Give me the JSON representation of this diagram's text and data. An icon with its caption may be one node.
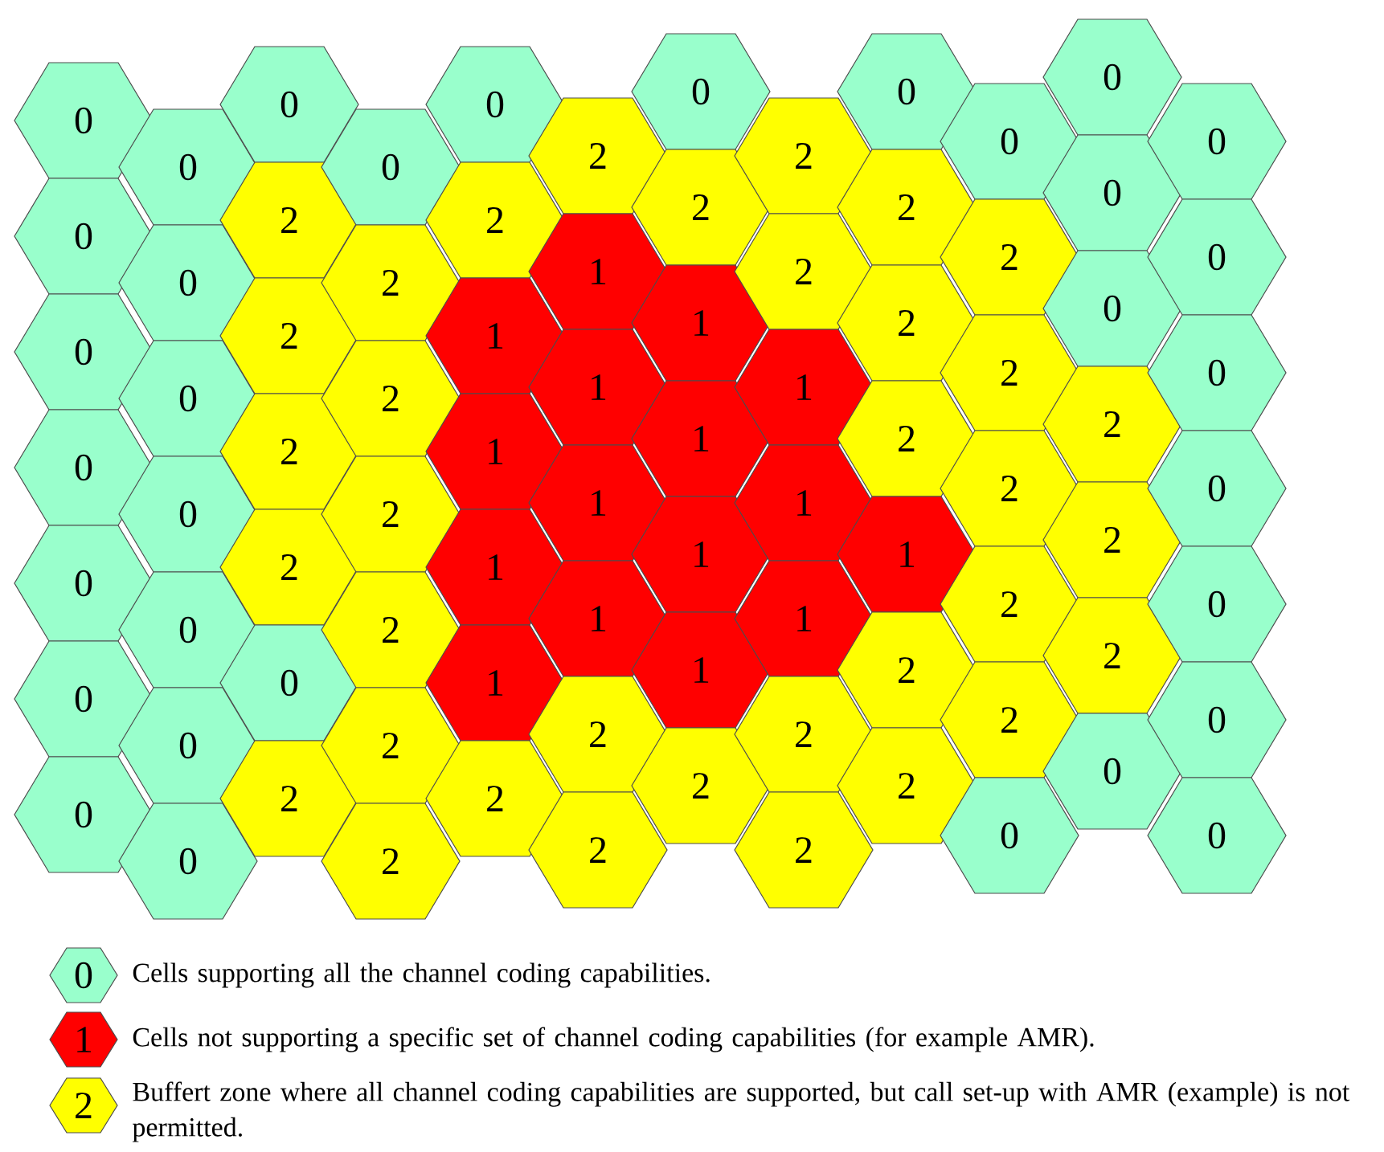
{
  "diagram": {
    "nodes": [
      {
        "text": [
          "0"
        ]
      },
      {
        "text": [
          "0"
        ]
      },
      {
        "text": [
          "0"
        ]
      },
      {
        "text": [
          "0"
        ]
      },
      {
        "text": [
          "0"
        ]
      },
      {
        "text": [
          "0"
        ]
      },
      {
        "text": [
          "0"
        ]
      },
      {
        "text": [
          "0"
        ]
      },
      {
        "text": [
          "0"
        ]
      },
      {
        "text": [
          "0"
        ]
      },
      {
        "text": [
          "0"
        ]
      },
      {
        "text": [
          "0"
        ]
      },
      {
        "text": [
          "0"
        ]
      },
      {
        "text": [
          "0"
        ]
      },
      {
        "text": [
          "0"
        ]
      },
      {
        "text": [
          "2"
        ]
      },
      {
        "text": [
          "2"
        ]
      },
      {
        "text": [
          "2"
        ]
      },
      {
        "text": [
          "2"
        ]
      },
      {
        "text": [
          "0"
        ]
      },
      {
        "text": [
          "2"
        ]
      },
      {
        "text": [
          "0"
        ]
      },
      {
        "text": [
          "2"
        ]
      },
      {
        "text": [
          "2"
        ]
      },
      {
        "text": [
          "2"
        ]
      },
      {
        "text": [
          "2"
        ]
      },
      {
        "text": [
          "2"
        ]
      },
      {
        "text": [
          "2"
        ]
      },
      {
        "text": [
          "0"
        ]
      },
      {
        "text": [
          "2"
        ]
      },
      {
        "text": [
          "1"
        ]
      },
      {
        "text": [
          "1"
        ]
      },
      {
        "text": [
          "1"
        ]
      },
      {
        "text": [
          "1"
        ]
      },
      {
        "text": [
          "2"
        ]
      },
      {
        "text": [
          "2"
        ]
      },
      {
        "text": [
          "1"
        ]
      },
      {
        "text": [
          "1"
        ]
      },
      {
        "text": [
          "1"
        ]
      },
      {
        "text": [
          "1"
        ]
      },
      {
        "text": [
          "2"
        ]
      },
      {
        "text": [
          "2"
        ]
      },
      {
        "text": [
          "0"
        ]
      },
      {
        "text": [
          "2"
        ]
      },
      {
        "text": [
          "1"
        ]
      },
      {
        "text": [
          "1"
        ]
      },
      {
        "text": [
          "1"
        ]
      },
      {
        "text": [
          "1"
        ]
      },
      {
        "text": [
          "2"
        ]
      },
      {
        "text": [
          "2"
        ]
      },
      {
        "text": [
          "2"
        ]
      },
      {
        "text": [
          "1"
        ]
      },
      {
        "text": [
          "1"
        ]
      },
      {
        "text": [
          "1"
        ]
      },
      {
        "text": [
          "2"
        ]
      },
      {
        "text": [
          "2"
        ]
      },
      {
        "text": [
          "0"
        ]
      },
      {
        "text": [
          "2"
        ]
      },
      {
        "text": [
          "2"
        ]
      },
      {
        "text": [
          "2"
        ]
      },
      {
        "text": [
          "1"
        ]
      },
      {
        "text": [
          "2"
        ]
      },
      {
        "text": [
          "2"
        ]
      },
      {
        "text": [
          "0"
        ]
      },
      {
        "text": [
          "2"
        ]
      },
      {
        "text": [
          "2"
        ]
      },
      {
        "text": [
          "2"
        ]
      },
      {
        "text": [
          "2"
        ]
      },
      {
        "text": [
          "2"
        ]
      },
      {
        "text": [
          "0"
        ]
      },
      {
        "text": [
          "0"
        ]
      },
      {
        "text": [
          "0"
        ]
      },
      {
        "text": [
          "0"
        ]
      },
      {
        "text": [
          "2"
        ]
      },
      {
        "text": [
          "2"
        ]
      },
      {
        "text": [
          "2"
        ]
      },
      {
        "text": [
          "0"
        ]
      },
      {
        "text": [
          "0"
        ]
      },
      {
        "text": [
          "0"
        ]
      },
      {
        "text": [
          "0"
        ]
      },
      {
        "text": [
          "0"
        ]
      },
      {
        "text": [
          "0"
        ]
      },
      {
        "text": [
          "0"
        ]
      },
      {
        "text": [
          "0"
        ]
      }
    ],
    "labels": [
      "0",
      "1",
      "2"
    ],
    "legend": [
      {
        "text": "Cells supporting all the channel coding capabilities.",
        "color": "#99ffcc"
      },
      {
        "text": "Cells not supporting a specific set of channel coding capabilities (for example AMR).",
        "color": "#ff0000"
      },
      {
        "text": "Buffert zone where all channel coding capabilities are supported, but call set-up with AMR (example) is not permitted.",
        "color": "#ffff00"
      }
    ]
  }
}
